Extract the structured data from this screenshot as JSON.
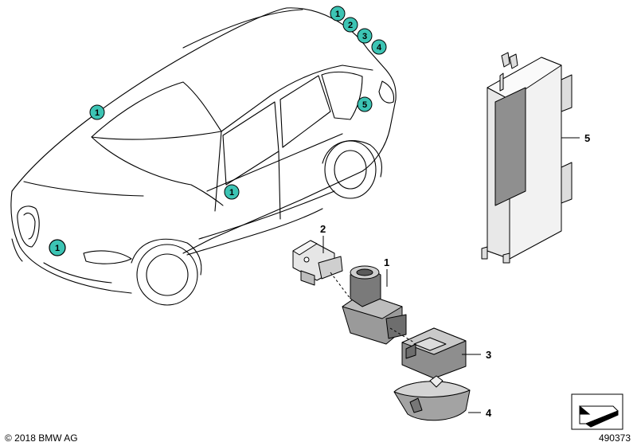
{
  "diagram": {
    "bubbles": [
      {
        "id": "bubble-1-roof-a",
        "label": "1"
      },
      {
        "id": "bubble-2-roof",
        "label": "2"
      },
      {
        "id": "bubble-3-roof",
        "label": "3"
      },
      {
        "id": "bubble-4-roof",
        "label": "4"
      },
      {
        "id": "bubble-5-rear",
        "label": "5"
      },
      {
        "id": "bubble-1-windshield",
        "label": "1"
      },
      {
        "id": "bubble-1-door",
        "label": "1"
      },
      {
        "id": "bubble-1-grille",
        "label": "1"
      }
    ],
    "callouts": [
      {
        "id": "callout-5",
        "label": "5"
      },
      {
        "id": "callout-2",
        "label": "2"
      },
      {
        "id": "callout-1",
        "label": "1"
      },
      {
        "id": "callout-3",
        "label": "3"
      },
      {
        "id": "callout-4",
        "label": "4"
      }
    ]
  },
  "footer": {
    "copyright": "© 2018 BMW AG",
    "reference": "490373"
  },
  "colors": {
    "bubble_fill": "#3cc4b4",
    "line": "#000000",
    "part_fill": "#e6e6e6",
    "part_dark": "#8a8a8a"
  }
}
